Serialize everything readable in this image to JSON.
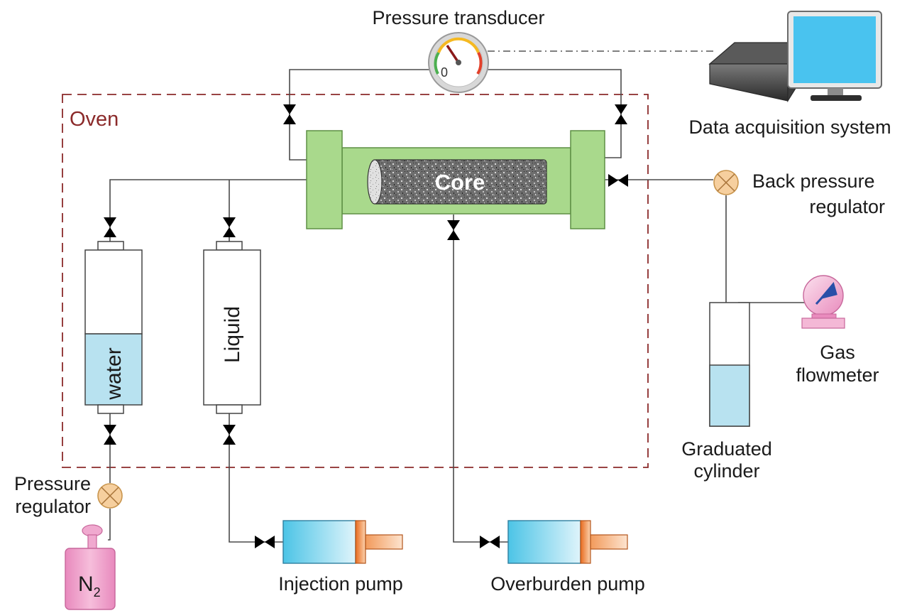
{
  "labels": {
    "oven": "Oven",
    "pressure_transducer": "Pressure transducer",
    "data_acquisition": "Data acquisition system",
    "core": "Core",
    "back_pressure_line1": "Back pressure",
    "back_pressure_line2": "regulator",
    "water": "water",
    "liquid": "Liquid",
    "gas_flowmeter_line1": "Gas",
    "gas_flowmeter_line2": "flowmeter",
    "graduated_cylinder_line1": "Graduated",
    "graduated_cylinder_line2": "cylinder",
    "pressure_regulator_line1": "Pressure",
    "pressure_regulator_line2": "regulator",
    "n2_main": "N",
    "n2_sub": "2",
    "injection_pump": "Injection pump",
    "overburden_pump": "Overburden pump",
    "gauge_zero": "0"
  },
  "colors": {
    "oven_border": "#8b2a2a",
    "oven_text": "#8b2a2a",
    "core_holder": "#a9d98c",
    "water_fill": "#b8e2f0",
    "pump_cylinder": "#5ac8e8",
    "pump_piston": "#e8762a",
    "regulator": "#f6cf9e",
    "n2_bottle": "#f0a9cf",
    "monitor_screen": "#49c3ef",
    "flowmeter_arrow": "#2a4fa8"
  }
}
